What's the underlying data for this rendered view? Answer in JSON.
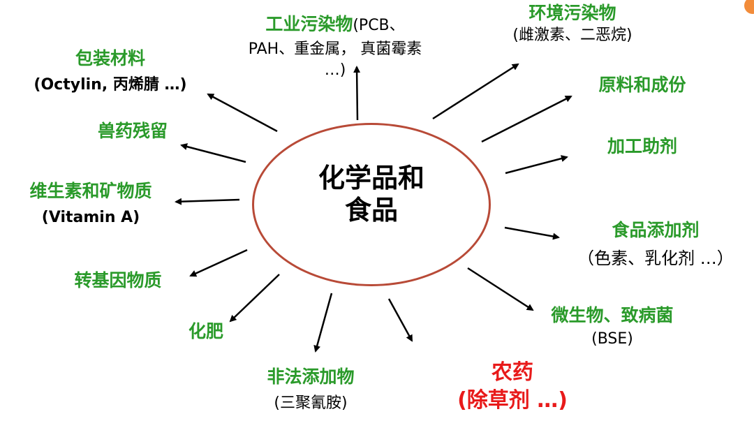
{
  "center": {
    "line1": "化学品和",
    "line2": "食品"
  },
  "colors": {
    "ellipse": "#b84a37",
    "green": "#2a9a2a",
    "red": "#e81a1a",
    "arrow": "#000000"
  },
  "labels": {
    "industrial": {
      "title": "工业污染物",
      "suffix": "(PCB、",
      "line2": "PAH、重金属， 真菌霉素",
      "line3": "…)"
    },
    "environmental": {
      "title": "环境污染物",
      "line2": "(雌激素、二恶烷)"
    },
    "packaging": {
      "title": "包装材料",
      "line2": "(Octylin, 丙烯腈 …)"
    },
    "raw": {
      "title": "原料和成份"
    },
    "vet": {
      "title": "兽药残留"
    },
    "processing": {
      "title": "加工助剂"
    },
    "vitamins": {
      "title": "维生素和矿物质",
      "line2": "(Vitamin A)"
    },
    "additives": {
      "title": "食品添加剂",
      "line2": "（色素、乳化剂 …）"
    },
    "gmo": {
      "title": "转基因物质"
    },
    "micro": {
      "title": "微生物、致病菌",
      "line2": "(BSE)"
    },
    "fertilizer": {
      "title": "化肥"
    },
    "illegal": {
      "title": "非法添加物",
      "line2": "(三聚氰胺)"
    },
    "pesticide": {
      "title": "农药",
      "line2": "(除草剂 …)"
    }
  }
}
